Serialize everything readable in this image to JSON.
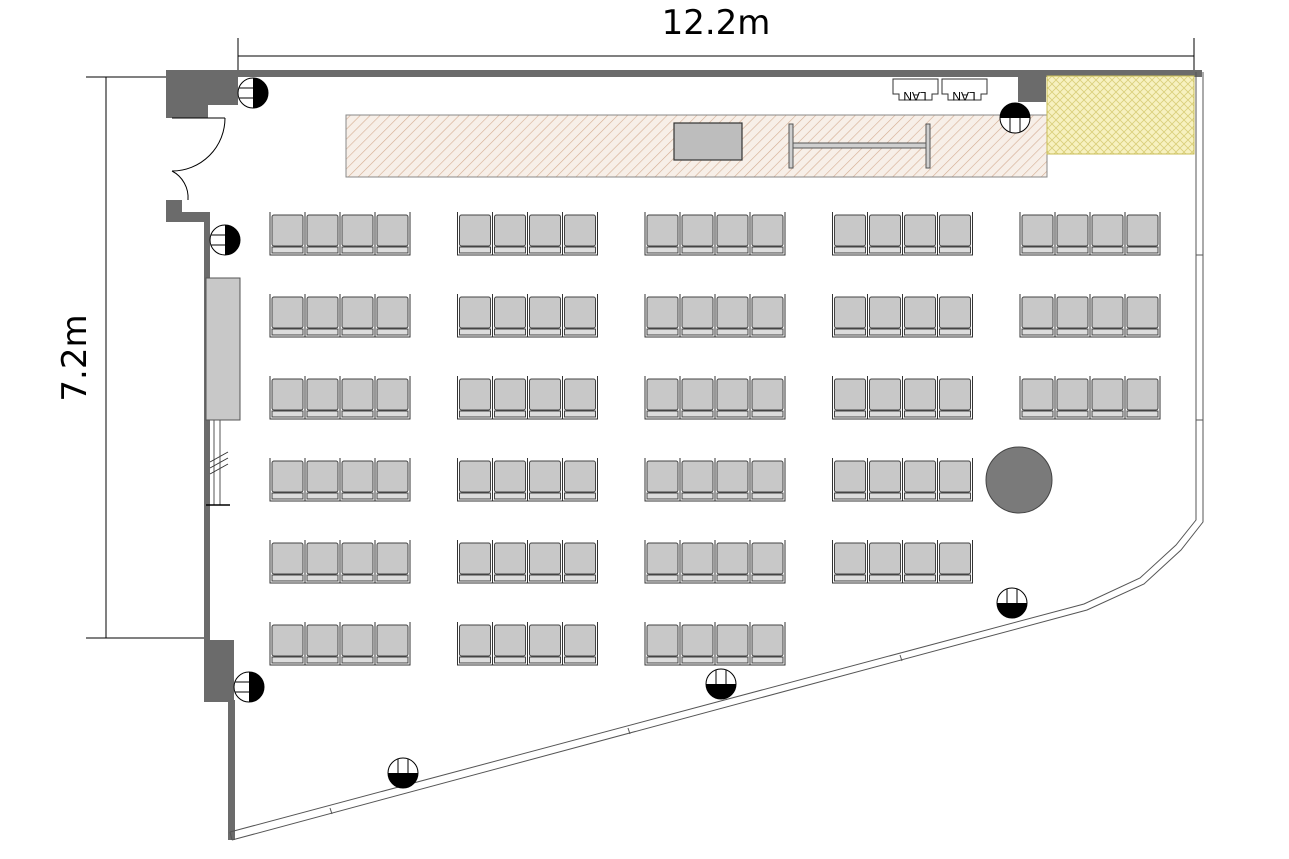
{
  "dimensions": {
    "width_label": "12.2m",
    "height_label": "7.2m"
  },
  "lan_ports": [
    {
      "label": "LAN"
    },
    {
      "label": "LAN"
    }
  ],
  "seating": {
    "rows": [
      5,
      5,
      5,
      4,
      4,
      3
    ],
    "seats_per_block": 4
  },
  "colors": {
    "wall": "#6b6b6b",
    "chair": "#c8c8c8",
    "stage_hatch": "#e0bfa6",
    "yellow_area": "#f3ecaa",
    "pillar": "#7a7a7a"
  }
}
